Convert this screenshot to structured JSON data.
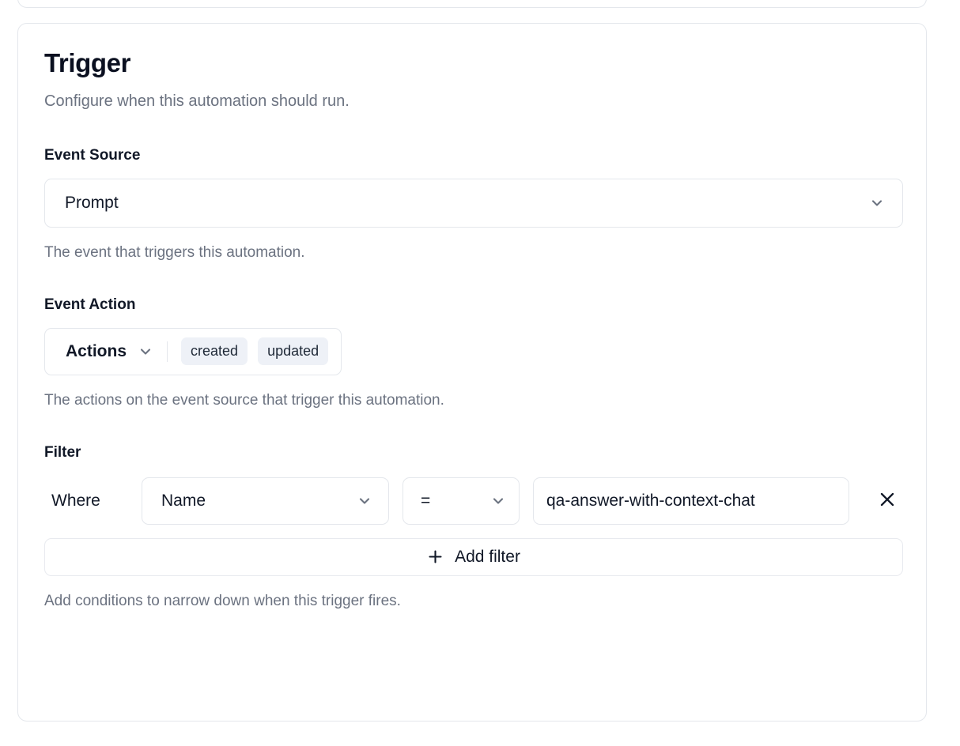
{
  "card": {
    "title": "Trigger",
    "subtitle": "Configure when this automation should run."
  },
  "event_source": {
    "label": "Event Source",
    "selected": "Prompt",
    "help": "The event that triggers this automation."
  },
  "event_action": {
    "label": "Event Action",
    "dropdown_label": "Actions",
    "chips": [
      "created",
      "updated"
    ],
    "help": "The actions on the event source that trigger this automation."
  },
  "filter": {
    "label": "Filter",
    "where_label": "Where",
    "field": "Name",
    "operator": "=",
    "value": "qa-answer-with-context-chat",
    "add_filter_label": "Add filter",
    "help": "Add conditions to narrow down when this trigger fires."
  },
  "colors": {
    "border": "#e4e7ec",
    "chip_bg": "#eef1f7",
    "text": "#111827",
    "muted": "#6b7280"
  }
}
